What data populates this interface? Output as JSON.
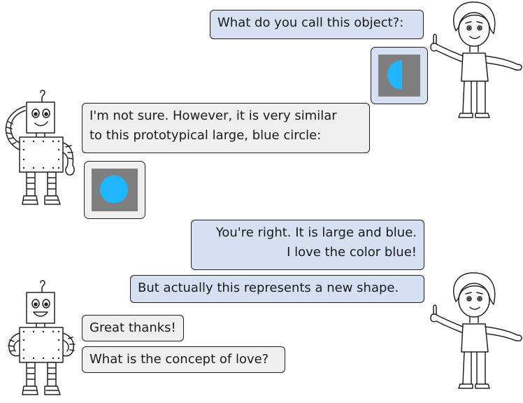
{
  "messages": {
    "human_1": "What do you call this object?:",
    "robot_1_line1": "I'm not sure. However, it is very similar",
    "robot_1_line2": "to this prototypical large, blue circle:",
    "human_2_line1": "You're right. It is large and blue.",
    "human_2_line2": "I love the color blue!",
    "human_3": "But actually this represents a new shape.",
    "robot_2": "Great thanks!",
    "robot_3": "What is the concept of love?"
  },
  "colors": {
    "human_bubble": "#d7e0f3",
    "robot_bubble": "#efefef",
    "shape_blue": "#1fb6ff",
    "shape_background": "#7f7f7f"
  },
  "icons": {
    "girl": "girl-pointing-icon",
    "robot": "robot-thinking-icon",
    "half_circle": "half-circle-shape",
    "full_circle": "circle-shape"
  }
}
